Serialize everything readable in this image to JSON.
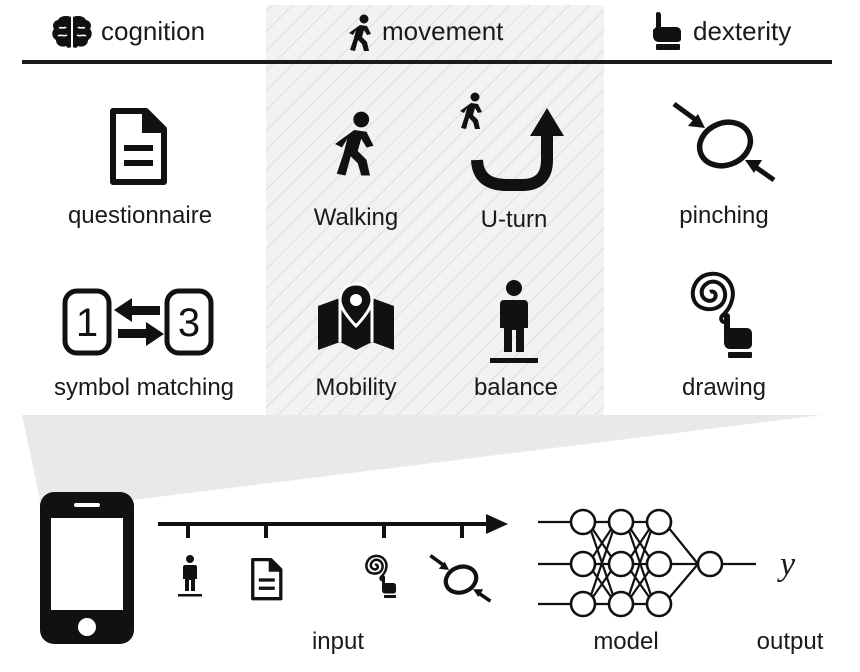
{
  "headers": {
    "cognition": "cognition",
    "movement": "movement",
    "dexterity": "dexterity"
  },
  "tasks": {
    "questionnaire": "questionnaire",
    "walking": "Walking",
    "uturn": "U-turn",
    "pinching": "pinching",
    "symbol_matching": "symbol matching",
    "symbol_left": "1",
    "symbol_right": "3",
    "mobility": "Mobility",
    "balance": "balance",
    "drawing": "drawing"
  },
  "pipeline": {
    "input": "input",
    "model": "model",
    "output": "output",
    "output_symbol": "y"
  },
  "colors": {
    "ink": "#1a1a1a",
    "movement_band": "#f2f2f2",
    "hatch": "#d4d4d4",
    "funnel": "#e9e9e9",
    "icon_fill": "#111111"
  },
  "icons": [
    "brain-icon",
    "walker-icon",
    "pointing-hand-icon",
    "document-icon",
    "uturn-arrow-icon",
    "pinch-icon",
    "swap-arrows-icon",
    "map-pin-icon",
    "standing-person-icon",
    "spiral-drawing-icon",
    "smartphone-icon",
    "neural-network-icon"
  ]
}
